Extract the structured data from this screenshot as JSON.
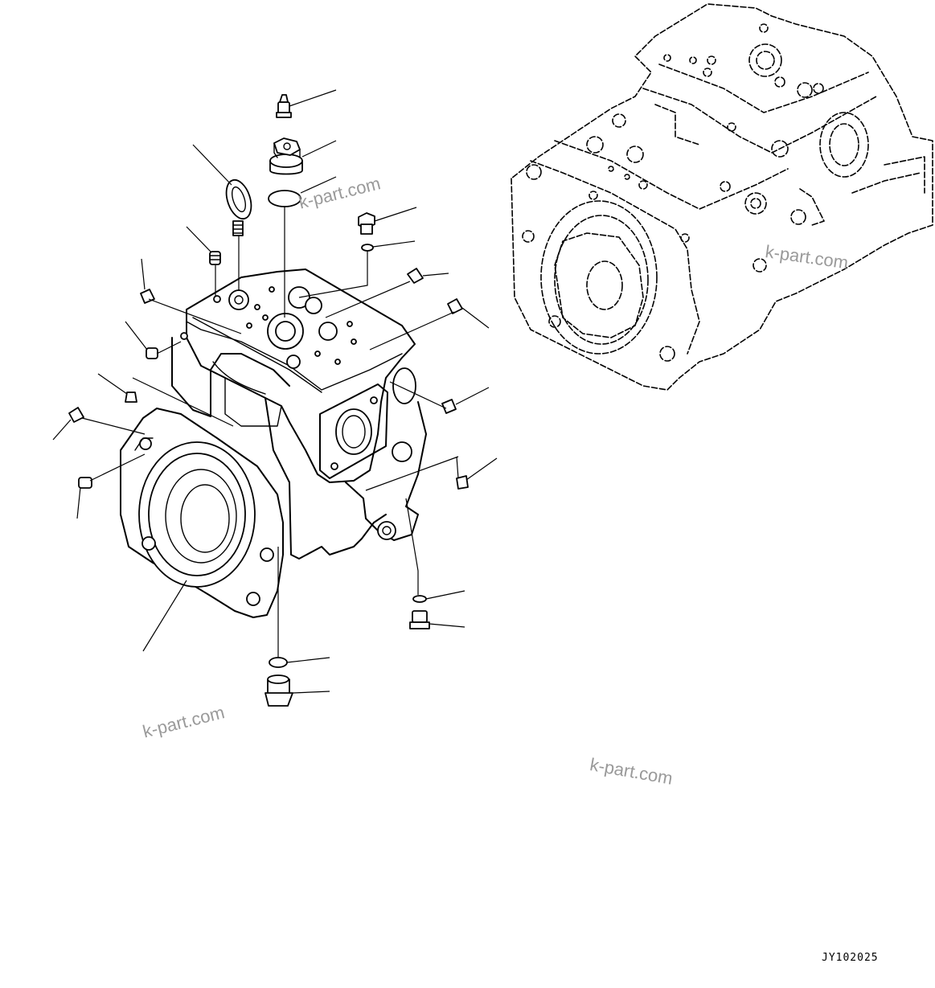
{
  "watermarks": [
    "k-part.com",
    "k-part.com",
    "k-part.com",
    "k-part.com"
  ],
  "drawing_code": "JY102025",
  "colors": {
    "line": "#000000",
    "watermark": "#9a9a9a",
    "background": "#ffffff"
  }
}
